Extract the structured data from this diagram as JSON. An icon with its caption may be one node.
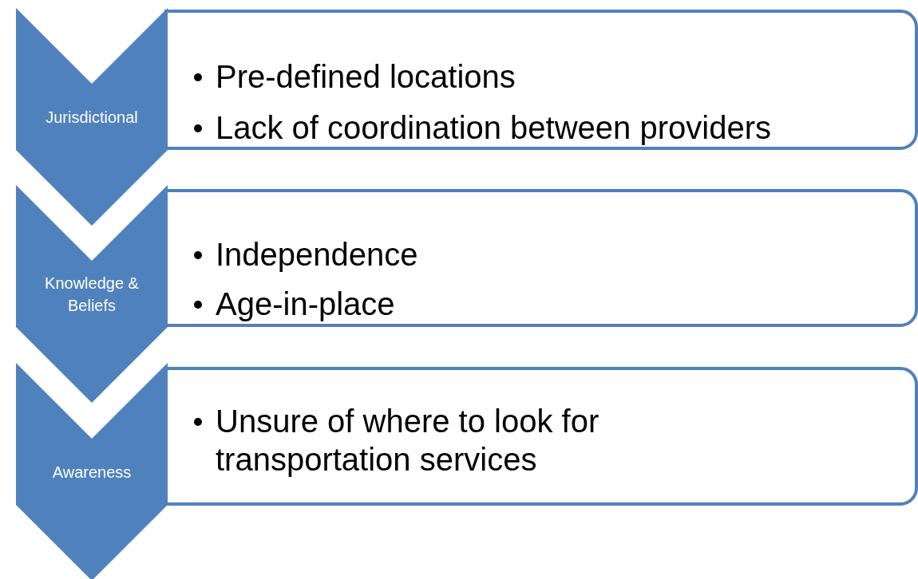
{
  "diagram": {
    "nodes": [
      {
        "text": [
          "Jurisdictional"
        ]
      },
      {
        "text": [
          "Pre-defined locations",
          "Lack of coordination between providers"
        ]
      },
      {
        "text": [
          "Knowledge & Beliefs"
        ]
      },
      {
        "text": [
          "Independence",
          "Age-in-place"
        ]
      },
      {
        "text": [
          "Awareness"
        ]
      },
      {
        "text": [
          "Unsure of where to look for transportation services"
        ]
      }
    ]
  }
}
